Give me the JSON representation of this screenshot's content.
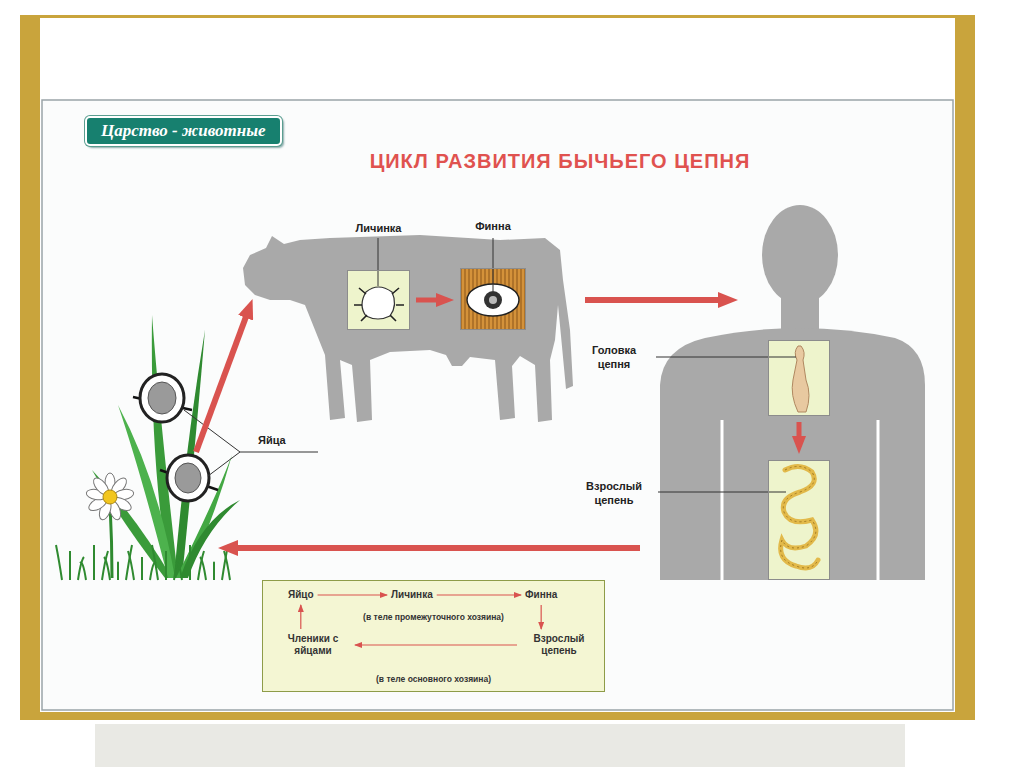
{
  "diagram": {
    "title": "ЦИКЛ РАЗВИТИЯ БЫЧЬЕГО ЦЕПНЯ",
    "nodes": [
      {
        "text": [
          "Царство - животные"
        ]
      },
      {
        "text": [
          "Личинка"
        ]
      },
      {
        "text": [
          "Финна"
        ]
      },
      {
        "text": [
          "Головка цепня"
        ]
      },
      {
        "text": [
          "Взрослый цепень"
        ]
      },
      {
        "text": [
          "(в теле промежуточного хозяина)",
          "(в теле основного хозяина)"
        ]
      },
      {
        "text": [
          "Яйцо"
        ],
        "in": 5
      },
      {
        "text": [
          "Личинка"
        ],
        "in": 5
      },
      {
        "text": [
          "Финна"
        ],
        "in": 5
      },
      {
        "text": [
          "Взрослый цепень"
        ],
        "in": 5
      },
      {
        "text": [
          "Членики с яйцами"
        ],
        "in": 5
      }
    ],
    "edges": [
      {
        "from": 1,
        "to": 2,
        "arrow": "to"
      },
      {
        "from": 3,
        "to": 4,
        "arrow": "to"
      },
      {
        "from": 6,
        "to": 7,
        "arrow": "to"
      },
      {
        "from": 7,
        "to": 8,
        "arrow": "to"
      },
      {
        "from": 8,
        "to": 9,
        "arrow": "to"
      },
      {
        "from": 9,
        "to": 10,
        "arrow": "to"
      },
      {
        "from": 10,
        "to": 6,
        "arrow": "to"
      }
    ],
    "labels": [
      "Яйца"
    ]
  }
}
